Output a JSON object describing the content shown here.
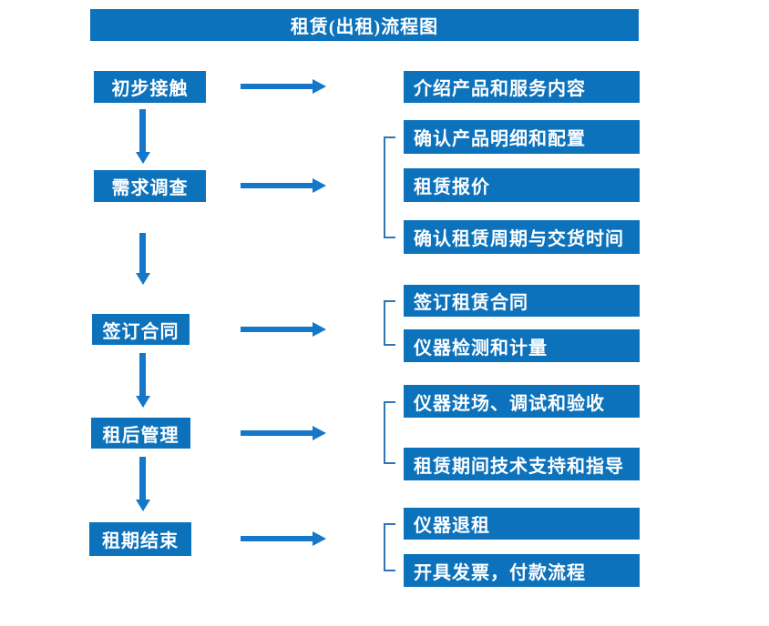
{
  "title": "租赁(出租)流程图",
  "colors": {
    "box_blue": "#0d72bc",
    "arrow_blue": "#1477ca",
    "bracket_blue": "#2e75b6",
    "text_white": "#ffffff"
  },
  "icons": {
    "flow_arrow_right": "→",
    "flow_arrow_down": "↓"
  },
  "flow": {
    "steps": [
      {
        "label": "初步接触",
        "details": [
          "介绍产品和服务内容"
        ]
      },
      {
        "label": "需求调查",
        "details": [
          "确认产品明细和配置",
          "租赁报价",
          "确认租赁周期与交货时间"
        ]
      },
      {
        "label": "签订合同",
        "details": [
          "签订租赁合同",
          "仪器检测和计量"
        ]
      },
      {
        "label": "租后管理",
        "details": [
          "仪器进场、调试和验收",
          "租赁期间技术支持和指导"
        ]
      },
      {
        "label": "租期结束",
        "details": [
          "仪器退租",
          "开具发票，付款流程"
        ]
      }
    ]
  }
}
